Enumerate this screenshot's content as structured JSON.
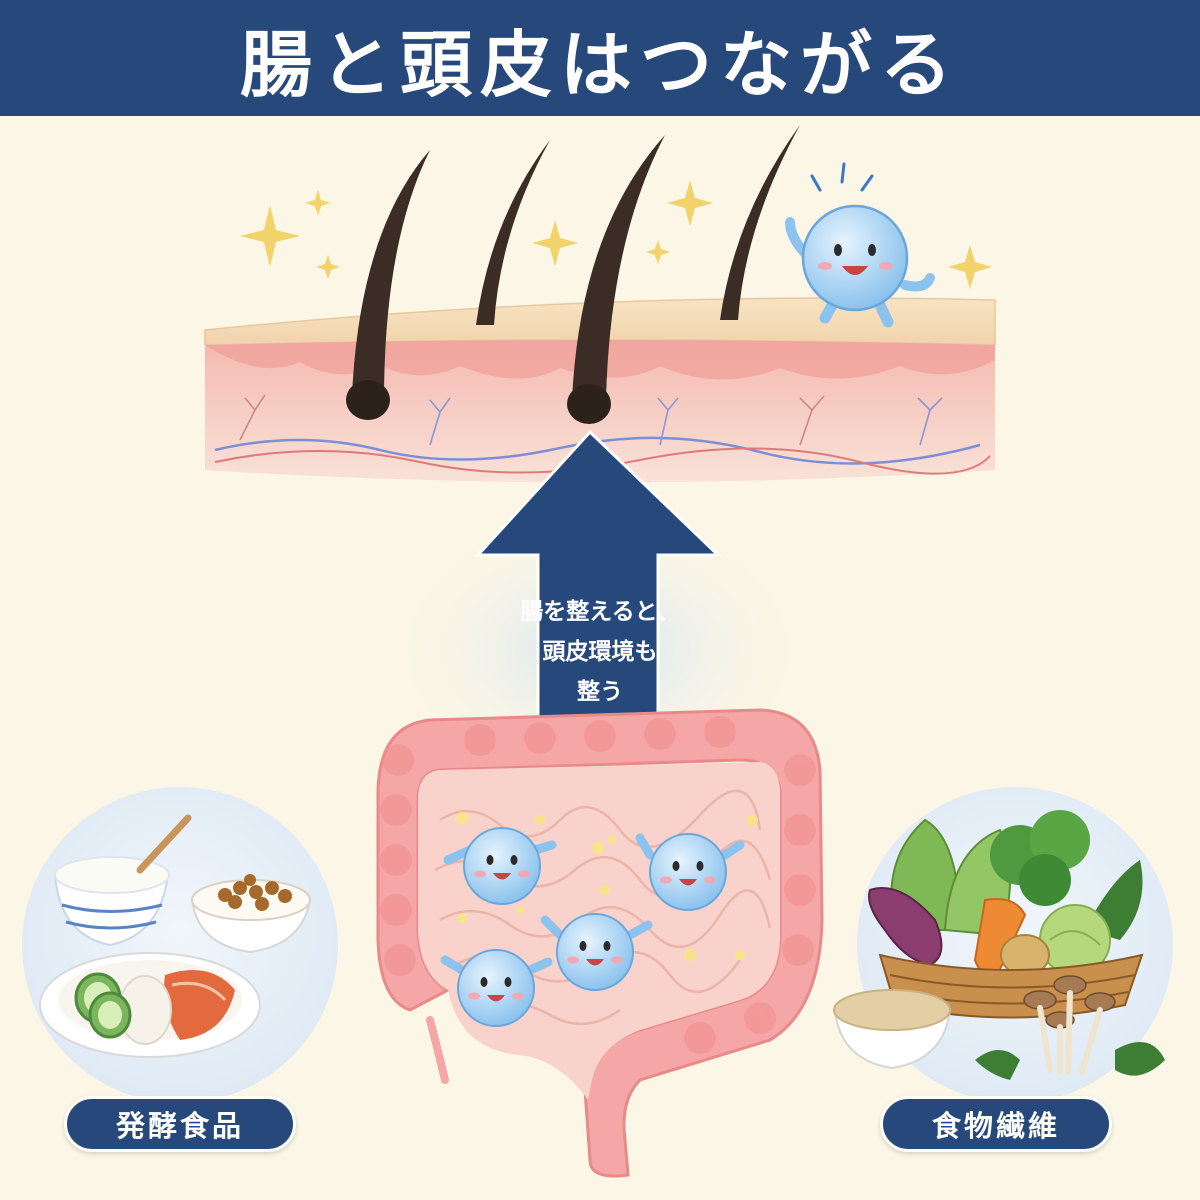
{
  "title": "腸と頭皮はつながる",
  "arrow": {
    "lines": [
      "腸を整えると、",
      "頭皮環境も",
      "整う"
    ]
  },
  "labels": {
    "left": "発酵食品",
    "right": "食物繊維"
  },
  "colors": {
    "navy": "#26487a",
    "background": "#fbf6e6",
    "skin_pink": "#f3b3ad",
    "intestine_pink": "#f5a6a6",
    "bacteria_blue": "#a9d4f3",
    "sparkle_yellow": "#f2d36b"
  }
}
